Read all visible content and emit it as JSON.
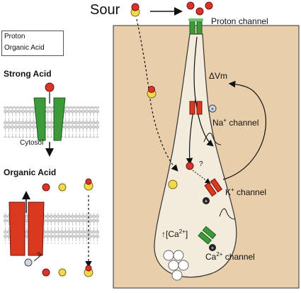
{
  "title": "Sour",
  "legend": {
    "proton": "Proton",
    "organic_acid": "Organic Acid"
  },
  "left_panel": {
    "strong_acid": "Strong Acid",
    "cytosol": "Cytosol",
    "organic_acid": "Organic Acid",
    "question": "?"
  },
  "cell": {
    "proton_channel": "Proton channel",
    "delta_vm": "ΔVm",
    "na_channel": "Na",
    "na_suffix": " channel",
    "k_channel": "K",
    "k_suffix": " channel",
    "ca_channel": "Ca",
    "ca_suffix": " channel",
    "ca_level": "[Ca",
    "ca_level_end": "]",
    "question": "?"
  },
  "colors": {
    "tissue": "#e8ceaa",
    "cell": "#f3ebdc",
    "green_channel": "#3d9a3a",
    "red_channel": "#d93a1f",
    "proton": "#d9342b",
    "organic": "#f0d94a"
  }
}
